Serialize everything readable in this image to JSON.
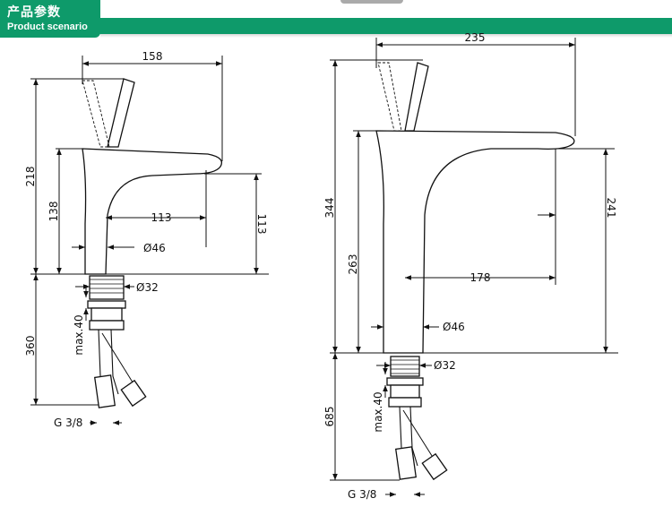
{
  "header": {
    "title_cn": "产品参数",
    "title_en": "Product scenario",
    "accent_color": "#0e9a6a"
  },
  "left_drawing": {
    "width_label": "158",
    "height_label": "218",
    "spout_height_label": "138",
    "reach_label": "113",
    "clearance_label": "113",
    "body_diameter_label": "Ø46",
    "thread_diameter_label": "Ø32",
    "hose_length_label": "360",
    "max_thickness_label": "max.40",
    "connection_label": "G 3/8"
  },
  "right_drawing": {
    "width_label": "235",
    "height_label": "344",
    "spout_height_label": "263",
    "reach_label": "178",
    "clearance_label": "241",
    "body_diameter_label": "Ø46",
    "thread_diameter_label": "Ø32",
    "hose_length_label": "685",
    "max_thickness_label": "max.40",
    "connection_label": "G 3/8"
  }
}
